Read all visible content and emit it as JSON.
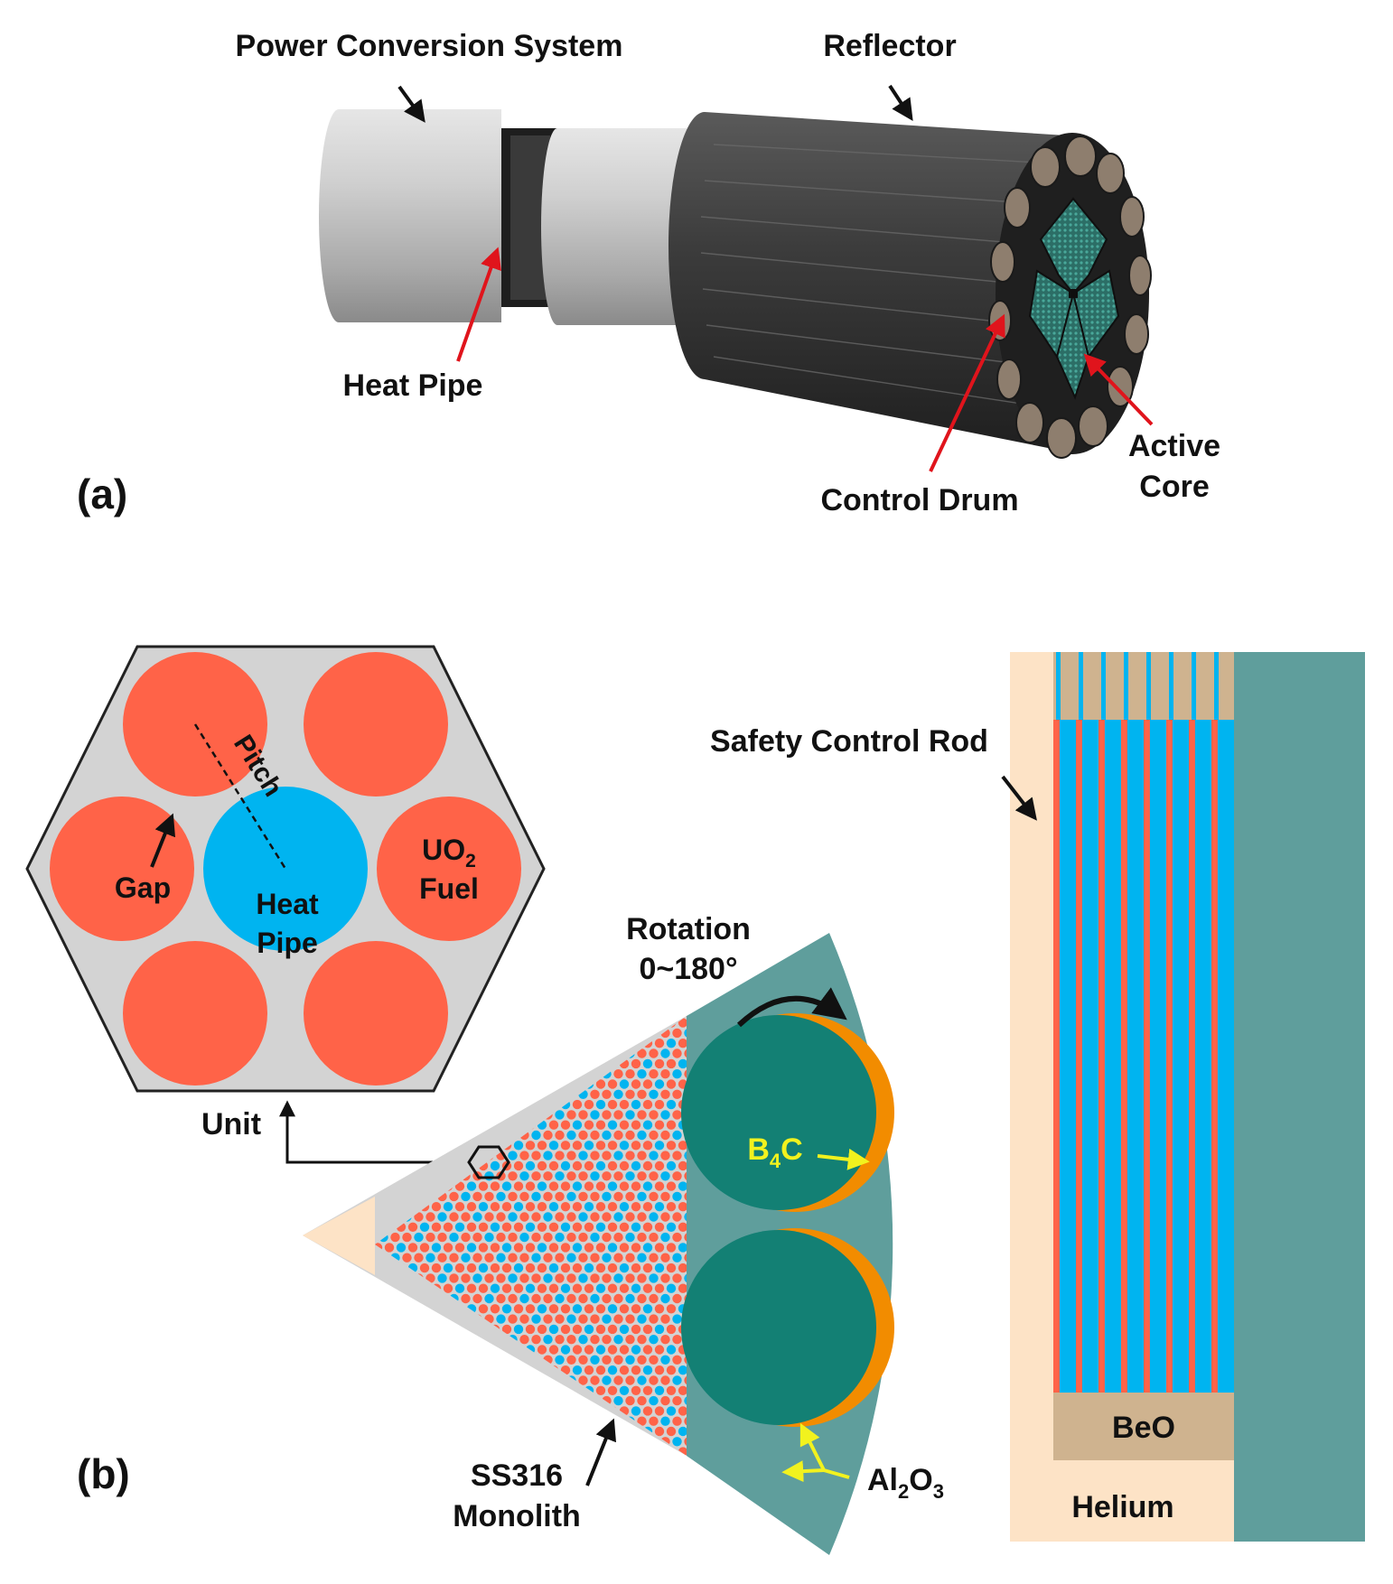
{
  "panel_a": {
    "label": "(a)",
    "power_conversion_system": "Power Conversion System",
    "reflector": "Reflector",
    "heat_pipe": "Heat Pipe",
    "control_drum": "Control Drum",
    "active_core_line1": "Active",
    "active_core_line2": "Core"
  },
  "panel_b": {
    "label": "(b)",
    "pitch": "Pitch",
    "gap": "Gap",
    "uo2_main": "UO",
    "uo2_sub": "2",
    "fuel": "Fuel",
    "heat_pipe_line1": "Heat",
    "heat_pipe_line2": "Pipe",
    "unit": "Unit",
    "rotation_line1": "Rotation",
    "rotation_line2": "0~180°",
    "b4c_main_b": "B",
    "b4c_sub": "4",
    "b4c_main_c": "C",
    "ss316_line1": "SS316",
    "ss316_line2": "Monolith",
    "al2o3_main_a": "Al",
    "al2o3_sub_a": "2",
    "al2o3_main_b": "O",
    "al2o3_sub_b": "3",
    "safety_control_rod": "Safety Control Rod",
    "beo": "BeO",
    "helium": "Helium"
  },
  "colors": {
    "fuel": "#ff6348",
    "heat_pipe": "#00b4f0",
    "monolith": "#d3d3d3",
    "reflector": "#5f9e9c",
    "drum": "#138074",
    "absorber": "#f28c00",
    "helium": "#fde3c6",
    "beo": "#cfb38f",
    "arrow_red": "#e0141c",
    "arrow_yellow": "#f2f21e"
  }
}
